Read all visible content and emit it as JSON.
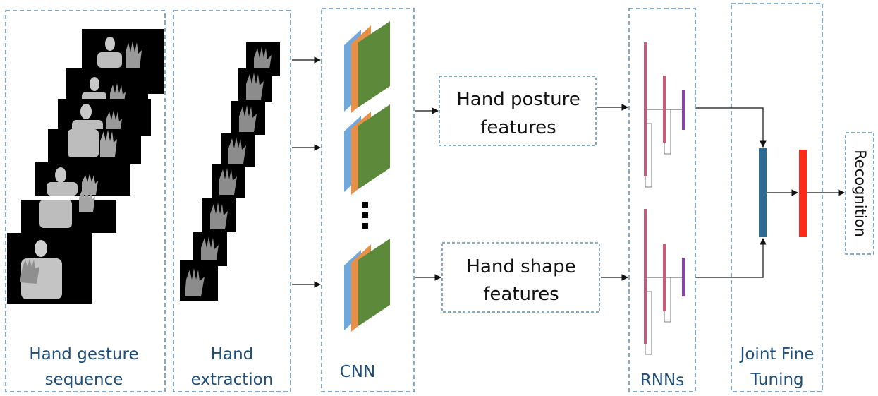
{
  "stages": {
    "gesture_sequence": {
      "line1": "Hand gesture",
      "line2": "sequence"
    },
    "hand_extraction": {
      "line1": "Hand",
      "line2": "extraction"
    },
    "cnn": {
      "label": "CNN"
    },
    "posture_features": {
      "line1": "Hand posture",
      "line2": "features"
    },
    "shape_features": {
      "line1": "Hand shape",
      "line2": "features"
    },
    "rnns": {
      "label": "RNNs"
    },
    "joint_fine_tuning": {
      "line1": "Joint Fine",
      "line2": "Tuning"
    },
    "recognition": {
      "label": "Recognition"
    }
  },
  "colors": {
    "dashed_border": "#5b8fb9",
    "label_text": "#1f4e79",
    "layer_blue": "#6fa8dc",
    "layer_orange": "#e6904a",
    "layer_green": "#5d8a3a",
    "rnn_pink": "#c85a7a",
    "rnn_purple": "#8e3fb5",
    "fusion_blue": "#2e6b94",
    "output_red": "#ff2a1a"
  }
}
